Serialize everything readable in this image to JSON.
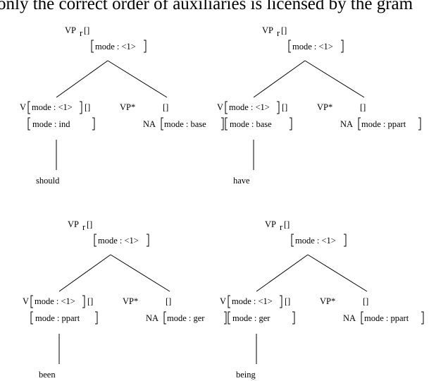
{
  "header_text": "only the correct order of auxiliaries is licensed by the gram",
  "trees": [
    {
      "root": {
        "label": "VP",
        "sub": "r",
        "empty": "[]",
        "feature": "mode : <1>"
      },
      "head": {
        "label": "V",
        "top": "mode : <1>",
        "top_empty": "[]",
        "bottom": "mode :  ind"
      },
      "foot": {
        "label": "VP*",
        "empty": "[]",
        "na": "NA",
        "feature": "mode :  base"
      },
      "word": "should"
    },
    {
      "root": {
        "label": "VP",
        "sub": "r",
        "empty": "[]",
        "feature": "mode : <1>"
      },
      "head": {
        "label": "V",
        "top": "mode : <1>",
        "top_empty": "[]",
        "bottom": "mode :  base"
      },
      "foot": {
        "label": "VP*",
        "empty": "[]",
        "na": "NA",
        "feature": "mode :  ppart"
      },
      "word": "have"
    },
    {
      "root": {
        "label": "VP",
        "sub": "r",
        "empty": "[]",
        "feature": "mode : <1>"
      },
      "head": {
        "label": "V",
        "top": "mode : <1>",
        "top_empty": "[]",
        "bottom": "mode :  ppart"
      },
      "foot": {
        "label": "VP*",
        "empty": "[]",
        "na": "NA",
        "feature": "mode :  ger"
      },
      "word": "been"
    },
    {
      "root": {
        "label": "VP",
        "sub": "r",
        "empty": "[]",
        "feature": "mode : <1>"
      },
      "head": {
        "label": "V",
        "top": "mode : <1>",
        "top_empty": "[]",
        "bottom": "mode :  ger"
      },
      "foot": {
        "label": "VP*",
        "empty": "[]",
        "na": "NA",
        "feature": "mode :  ppart"
      },
      "word": "being"
    }
  ]
}
